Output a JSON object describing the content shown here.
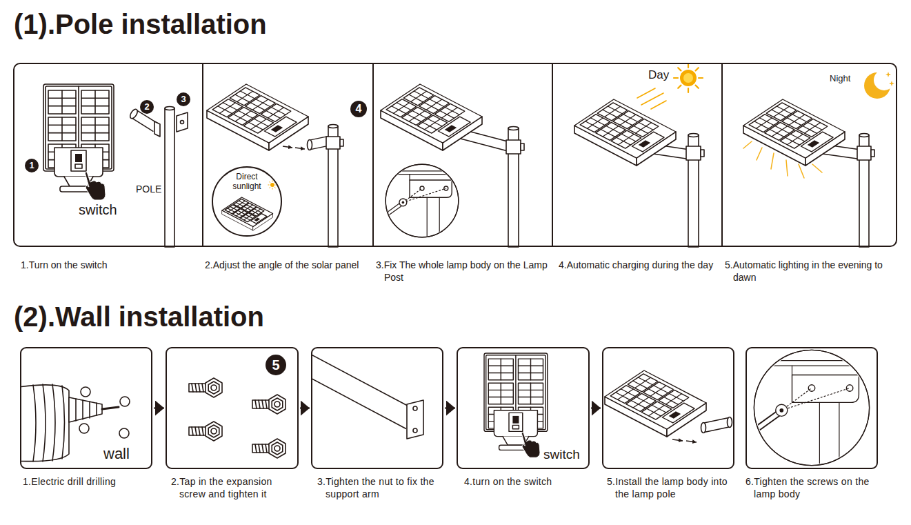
{
  "diagram": {
    "nodes": [
      {
        "text": [
          "1.Turn on the switch"
        ]
      },
      {
        "text": [
          "2.Adjust the angle of the solar panel"
        ]
      },
      {
        "text": [
          "Direct sunlight"
        ],
        "in": 1
      },
      {
        "text": [
          "3.Fix The whole lamp body on the Lamp Post"
        ]
      },
      {
        "text": [
          "4.Automatic charging during the day"
        ]
      },
      {
        "text": [
          "5.Automatic lighting in the evening to dawn"
        ]
      },
      {
        "text": [
          "1.Electric drill drilling"
        ]
      },
      {
        "text": [
          "2.Tap in the expansion screw and tighten it"
        ]
      },
      {
        "text": [
          "3.Tighten the nut to fix the support arm"
        ]
      },
      {
        "text": [
          "4.turn on the switch"
        ]
      },
      {
        "text": [
          "5.Install the lamp body into the lamp pole"
        ]
      },
      {
        "text": [
          "6.Tighten the screws on the lamp body"
        ]
      }
    ],
    "edges": [
      {
        "from": 6,
        "to": 7,
        "arrow": "to"
      },
      {
        "from": 7,
        "to": 8,
        "arrow": "to"
      },
      {
        "from": 8,
        "to": 9,
        "arrow": "to"
      },
      {
        "from": 9,
        "to": 10,
        "arrow": "to"
      }
    ],
    "labels": [
      "(1).Pole installation",
      "1",
      "2",
      "3",
      "switch",
      "POLE",
      "4",
      "Day",
      "Night",
      "(2).Wall installation",
      "wall",
      "5",
      "switch"
    ]
  }
}
